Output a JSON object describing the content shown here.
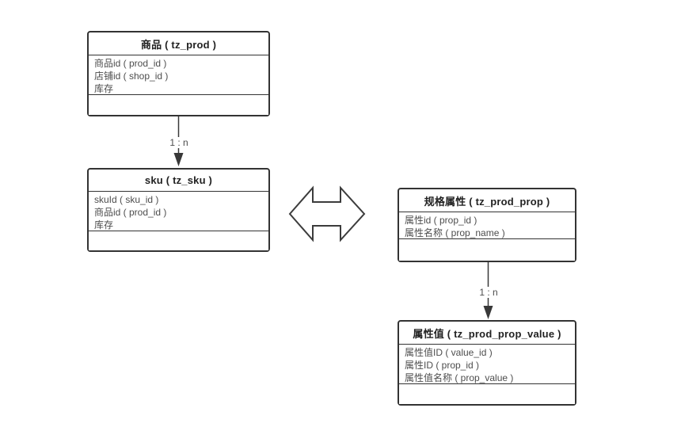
{
  "diagram": {
    "background_color": "#ffffff",
    "border_color": "#333333",
    "line_color": "#383838",
    "title_text_color": "#222222",
    "field_text_color": "#4d4d4d",
    "relation_icon": "double-arrow-icon"
  },
  "tables": [
    {
      "id": "tz_prod",
      "title": "商品 ( tz_prod )",
      "fields": [
        "商品id ( prod_id )",
        "店铺id ( shop_id )",
        "库存"
      ]
    },
    {
      "id": "tz_sku",
      "title": "sku ( tz_sku )",
      "fields": [
        "skuId ( sku_id )",
        "商品id ( prod_id )",
        "库存"
      ]
    },
    {
      "id": "tz_prod_prop",
      "title": "规格属性 ( tz_prod_prop )",
      "fields": [
        "属性id ( prop_id )",
        "属性名称 ( prop_name )"
      ]
    },
    {
      "id": "tz_prod_prop_value",
      "title": "属性值 ( tz_prod_prop_value )",
      "fields": [
        "属性值ID ( value_id )",
        "属性ID ( prop_id )",
        "属性值名称 ( prop_value )"
      ]
    }
  ],
  "connections": [
    {
      "from": "tz_prod",
      "to": "tz_sku",
      "label": "1 : n"
    },
    {
      "from": "tz_prod_prop",
      "to": "tz_prod_prop_value",
      "label": "1 : n"
    }
  ]
}
